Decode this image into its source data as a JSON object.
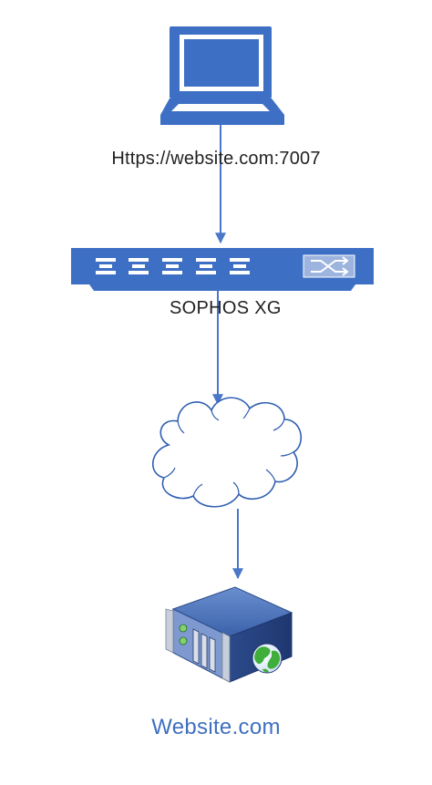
{
  "colors": {
    "accent": "#4472c4",
    "device_blue": "#3d6fc4",
    "line_blue": "#4a77c8",
    "label_text": "#222222",
    "website_label": "#3f6fc0",
    "server_dark": "#2f4d8c",
    "globe_green": "#3fae3a"
  },
  "nodes": {
    "laptop": {
      "icon": "laptop-icon"
    },
    "firewall": {
      "icon": "network-switch-icon",
      "label": "SOPHOS XG"
    },
    "internet": {
      "icon": "cloud-icon"
    },
    "server": {
      "icon": "web-server-icon",
      "label": "Website.com"
    }
  },
  "connections": {
    "laptop_to_firewall": {
      "label": "Https://website.com:7007"
    }
  }
}
